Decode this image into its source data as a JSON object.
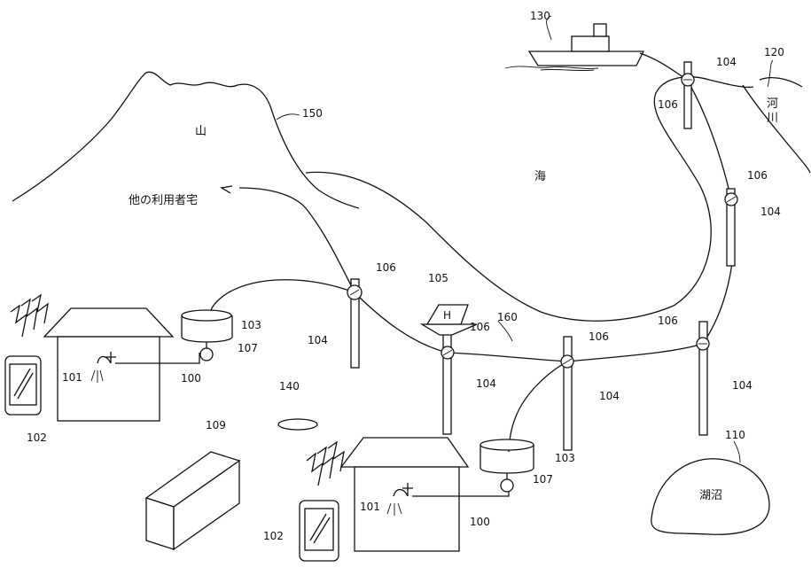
{
  "labels": {
    "mountain": "山",
    "sea": "海",
    "river": "河川",
    "lake": "湖沼",
    "other_homes": "他の利用者宅",
    "helipad_letter": "H"
  },
  "refs": {
    "faucet": "101",
    "phone": "102",
    "tank": "103",
    "pole": "104",
    "heliport": "105",
    "node": "106",
    "valve": "107",
    "house": "100",
    "box": "109",
    "lake": "110",
    "river": "120",
    "ship": "130",
    "pond": "140",
    "mountain": "150",
    "pipeline": "160"
  }
}
